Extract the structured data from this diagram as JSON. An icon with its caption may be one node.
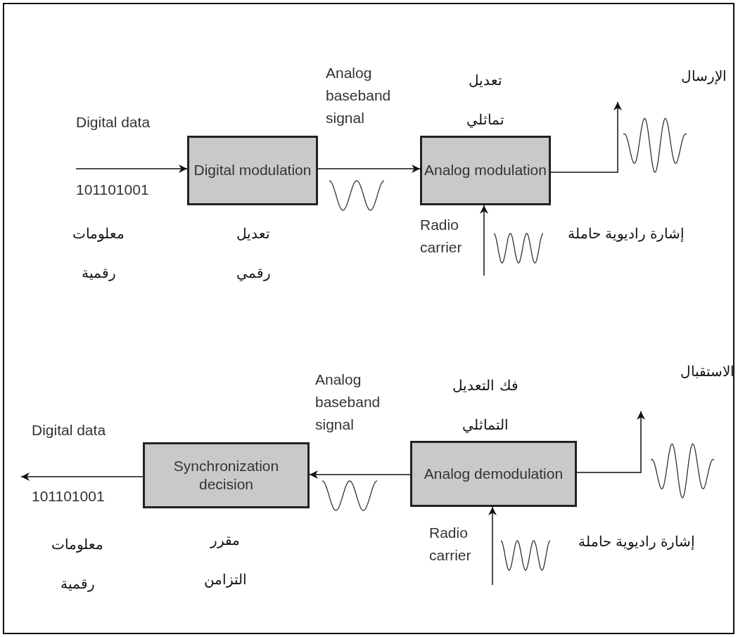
{
  "diagram": {
    "nodes": [
      {
        "text": [
          "Digital modulation"
        ]
      },
      {
        "text": [
          "Analog modulation"
        ]
      },
      {
        "text": [
          "Synchronization decision"
        ]
      },
      {
        "text": [
          "Analog demodulation"
        ]
      }
    ],
    "edges": [
      {
        "from": null,
        "to": 0,
        "arrow": "to"
      },
      {
        "from": 0,
        "to": 1,
        "arrow": "to"
      },
      {
        "from": 1,
        "to": null,
        "arrow": "to"
      },
      {
        "from": null,
        "to": 1,
        "arrow": "to"
      },
      {
        "from": 3,
        "to": 2,
        "arrow": "to"
      },
      {
        "from": 2,
        "to": null,
        "arrow": "to"
      },
      {
        "from": 3,
        "to": null,
        "arrow": "to"
      },
      {
        "from": null,
        "to": 3,
        "arrow": "to"
      }
    ],
    "labels": [
      "الإرسال",
      "Analog baseband signal",
      "تعديل تماثلي",
      "Digital data",
      "101101001",
      "Radio carrier",
      "معلومات رقمية",
      "تعديل رقمي",
      "إشارة راديوية حاملة",
      "الاستقبال",
      "فك التعديل التماثلي",
      "Analog baseband signal",
      "Digital data",
      "101101001",
      "Radio carrier",
      "مقرر التزامن",
      "معلومات رقمية",
      "إشارة راديوية حاملة"
    ]
  }
}
